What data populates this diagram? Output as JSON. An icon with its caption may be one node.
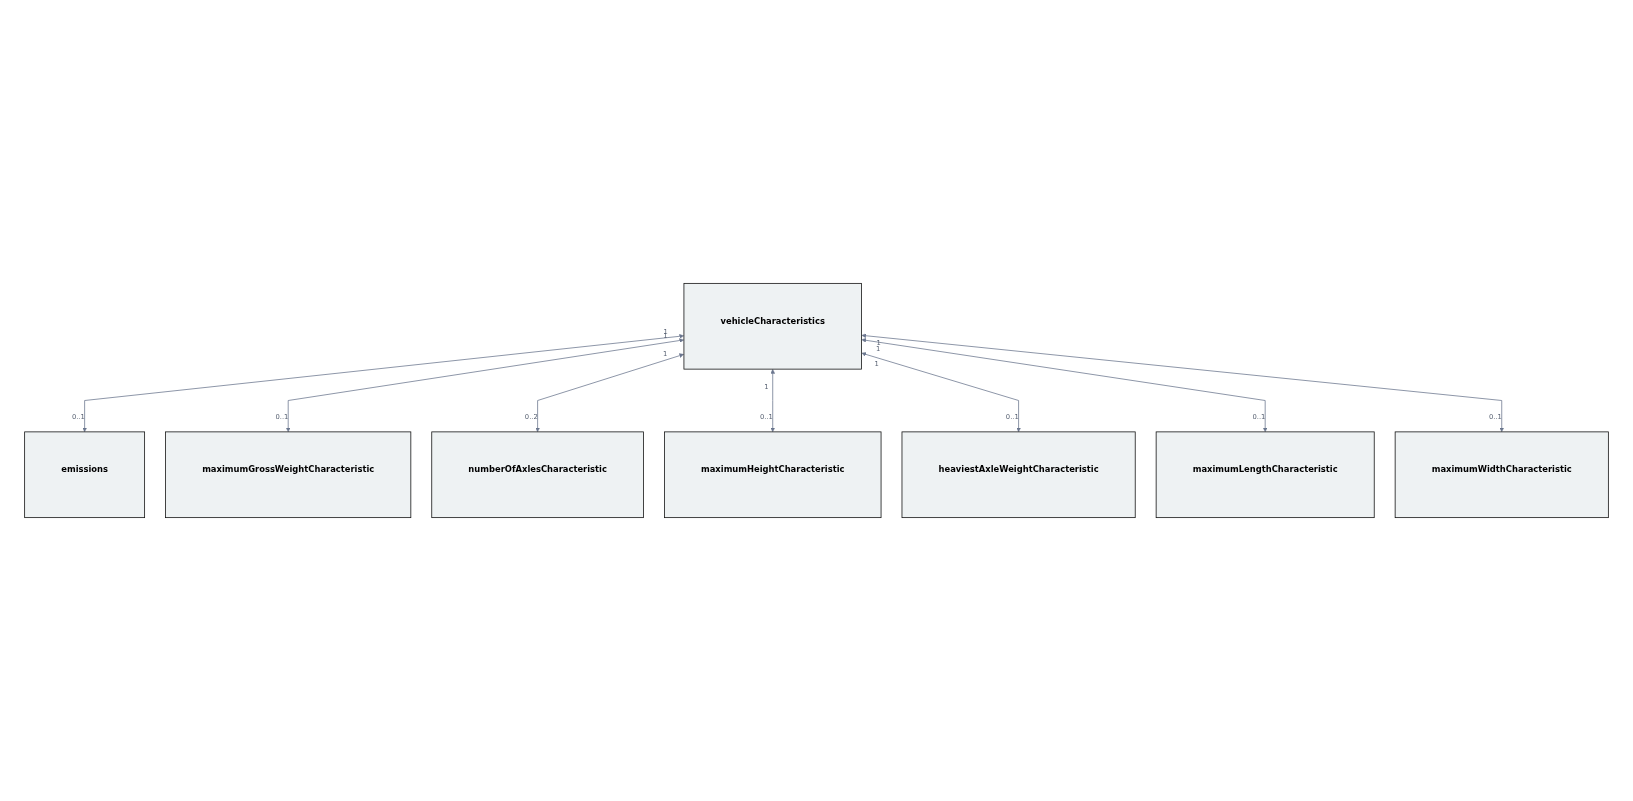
{
  "diagram": {
    "nodes": [
      {
        "text": [
          "vehicleCharacteristics"
        ]
      },
      {
        "text": [
          "emissions"
        ]
      },
      {
        "text": [
          "maximumGrossWeightCharacteristic"
        ]
      },
      {
        "text": [
          "numberOfAxlesCharacteristic"
        ]
      },
      {
        "text": [
          "maximumHeightCharacteristic"
        ]
      },
      {
        "text": [
          "heaviestAxleWeightCharacteristic"
        ]
      },
      {
        "text": [
          "maximumLengthCharacteristic"
        ]
      },
      {
        "text": [
          "maximumWidthCharacteristic"
        ]
      }
    ],
    "edges": [
      {
        "from": 0,
        "to": 1,
        "arrow": "both"
      },
      {
        "from": 0,
        "to": 2,
        "arrow": "both"
      },
      {
        "from": 0,
        "to": 3,
        "arrow": "both"
      },
      {
        "from": 0,
        "to": 4,
        "arrow": "both"
      },
      {
        "from": 0,
        "to": 5,
        "arrow": "both"
      },
      {
        "from": 0,
        "to": 6,
        "arrow": "both"
      },
      {
        "from": 0,
        "to": 7,
        "arrow": "both"
      }
    ],
    "labels": [
      "1",
      "0..1",
      "1",
      "0..1",
      "1",
      "0..2",
      "1",
      "0..1",
      "1",
      "0..1",
      "1",
      "0..1",
      "1",
      "0..1"
    ]
  }
}
